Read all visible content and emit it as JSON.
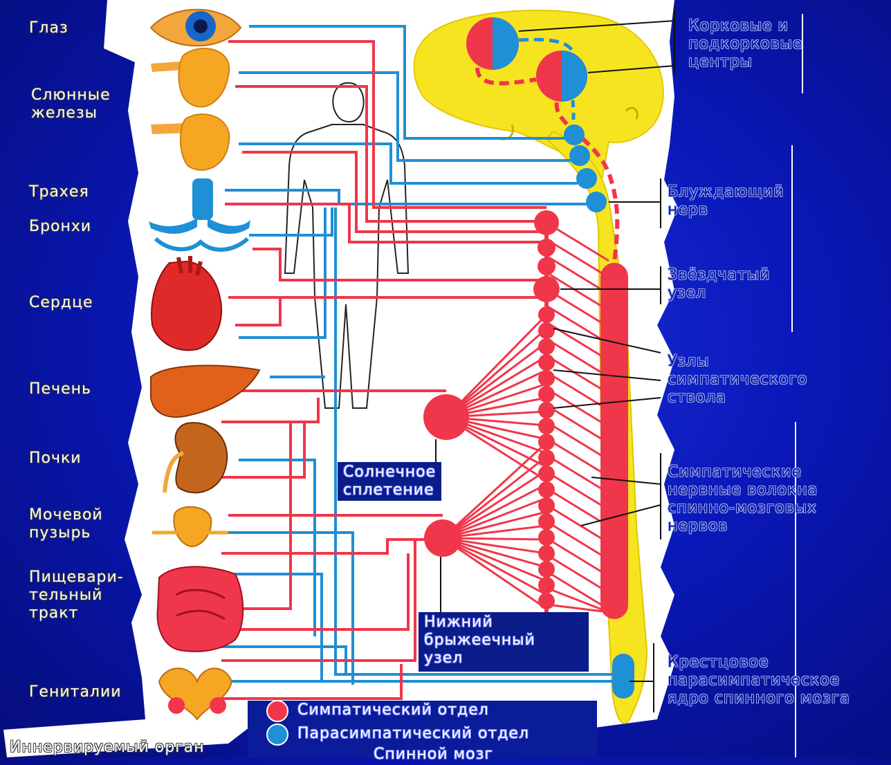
{
  "colors": {
    "sympathetic": "#f0364a",
    "parasympathetic": "#1f8fd6",
    "spinal_cord": "#f7e420",
    "background": "#0a18b8",
    "panel": "#ffffff"
  },
  "organs": {
    "eye": "Глаз",
    "salivary": "Слюнные\nжелезы",
    "trachea": "Трахея",
    "bronchi": "Бронхи",
    "heart": "Сердце",
    "liver": "Печень",
    "kidneys": "Почки",
    "bladder": "Мочевой\nпузырь",
    "digestive": "Пищевари-\nтельный\nтракт",
    "genitals": "Гениталии",
    "caption": "Иннервируемый орган"
  },
  "annotations": {
    "cortical": "Корковые и\nподкорковые\nцентры",
    "vagus": "Блуждающий\nнерв",
    "stellate": "Звёздчатый\nузел",
    "trunk_nodes": "Узлы\nсимпатического\nствола",
    "spinal_fibers": "Симпатические\nнервные волокна\nспинно-мозговых\nнервов",
    "sacral": "Крестцовое\nпарасимпатическое\nядро спинного мозга",
    "solar": "Солнечное\nсплетение",
    "mesenteric": "Нижний\nбрыжеечный\nузел"
  },
  "legend": {
    "sympathetic": "Симпатический отдел",
    "parasympathetic": "Парасимпатический отдел",
    "spinal_cord": "Спинной мозг"
  },
  "icons": [
    "eye-icon",
    "salivary-gland-icon",
    "trachea-bronchi-icon",
    "heart-icon",
    "liver-icon",
    "kidney-icon",
    "bladder-icon",
    "intestine-icon",
    "genitals-icon",
    "brain-icon",
    "spinal-cord-icon",
    "human-silhouette-icon"
  ]
}
